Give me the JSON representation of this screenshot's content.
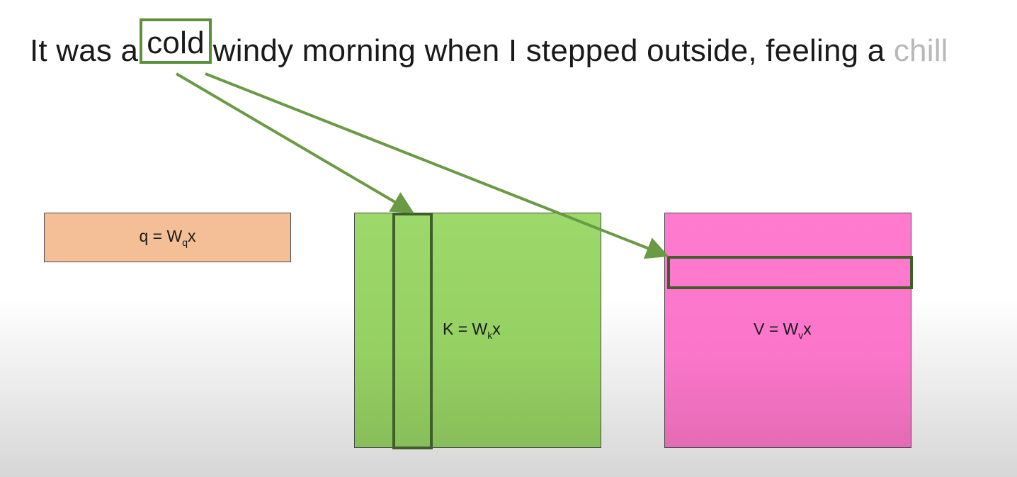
{
  "sentence": {
    "before": "It was a",
    "highlighted_word": "cold",
    "after": "windy morning when I stepped outside, feeling a",
    "faded_word": "chill"
  },
  "query": {
    "lhs": "q = W",
    "sub": "q",
    "rhs": "x"
  },
  "key": {
    "lhs": "K = W",
    "sub": "k",
    "rhs": "x"
  },
  "value": {
    "lhs": "V = W",
    "sub": "v",
    "rhs": "x"
  },
  "colors": {
    "highlight_border": "#5e8f3a",
    "arrow": "#6a9a44",
    "query_box": "#f4bf96",
    "key_matrix": "#9dd86a",
    "value_matrix": "#ff7bcf",
    "selection_border": "#3f5e2a"
  }
}
